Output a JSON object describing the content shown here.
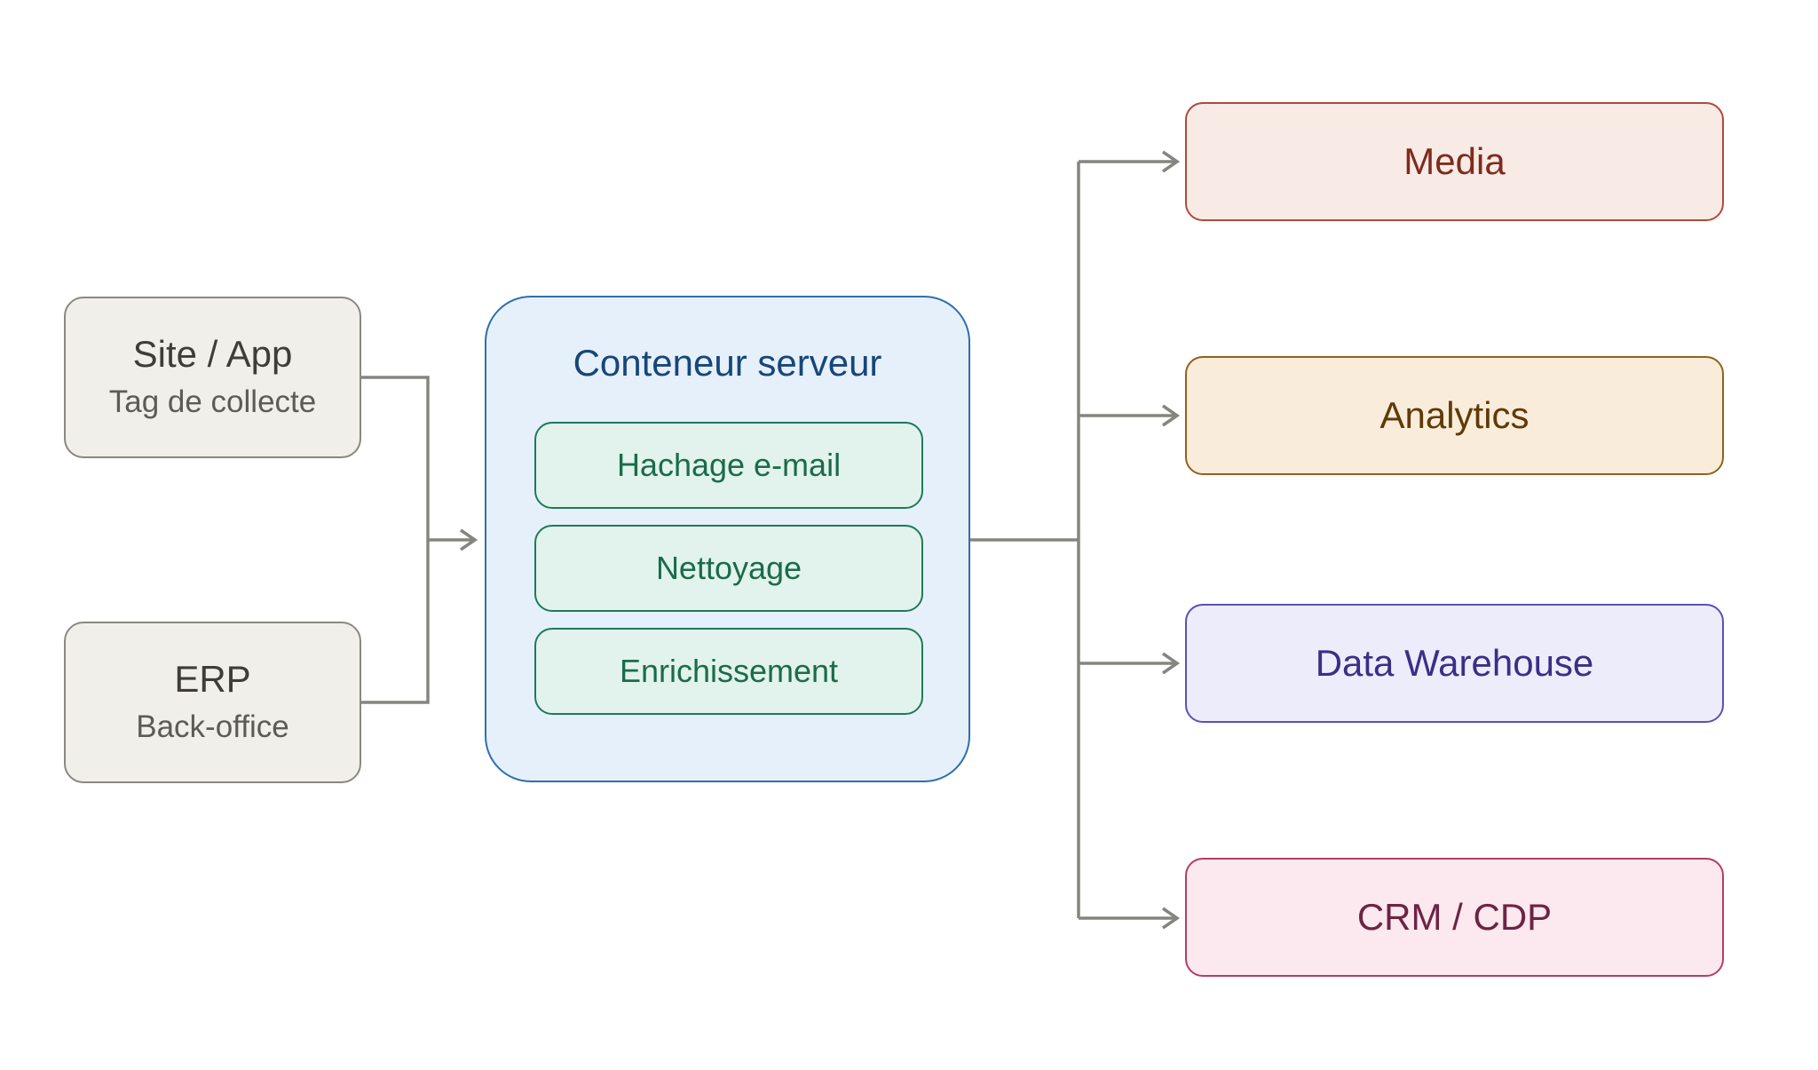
{
  "sources": [
    {
      "title": "Site / App",
      "subtitle": "Tag de collecte"
    },
    {
      "title": "ERP",
      "subtitle": "Back-office"
    }
  ],
  "container": {
    "title": "Conteneur serveur",
    "steps": [
      "Hachage e-mail",
      "Nettoyage",
      "Enrichissement"
    ]
  },
  "destinations": [
    "Media",
    "Analytics",
    "Data Warehouse",
    "CRM / CDP"
  ],
  "colors": {
    "connector": "#858580",
    "source_bg": "#f1efe9",
    "container_bg": "#e6f0fa",
    "container_border": "#2f6fab",
    "step_bg": "#e1f3ec",
    "step_border": "#1f7a57",
    "media_bg": "#f8ebe6",
    "analytics_bg": "#faecda",
    "warehouse_bg": "#edecfb",
    "crm_bg": "#fbe9ef"
  }
}
